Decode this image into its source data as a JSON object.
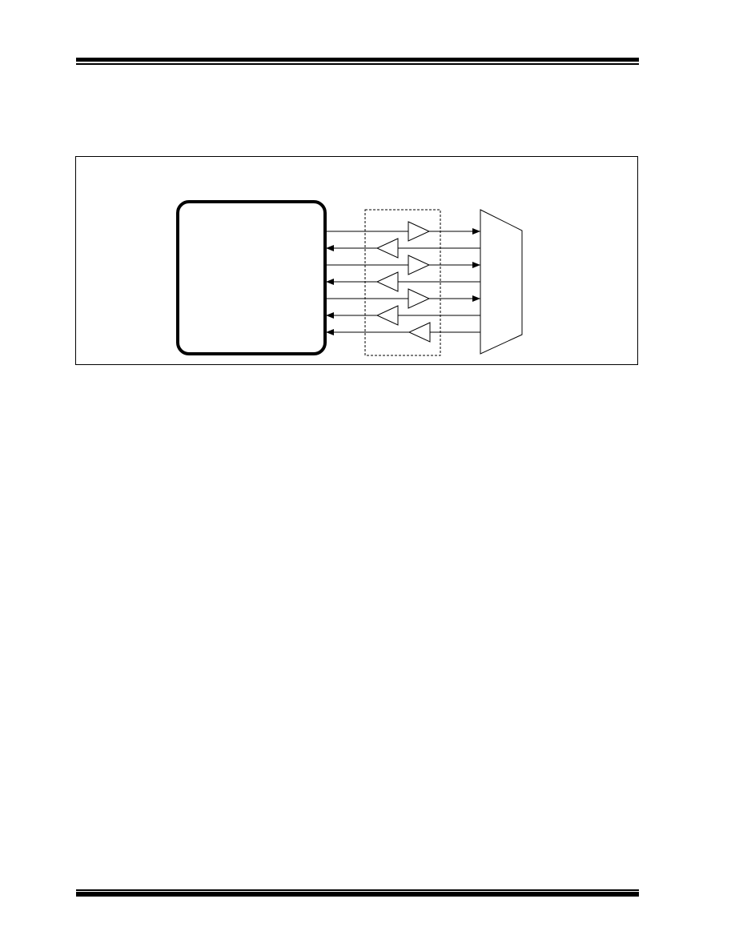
{
  "header": {},
  "figure": {
    "signal_lines": [
      {
        "direction": "out",
        "buffered": true
      },
      {
        "direction": "in",
        "buffered": true
      },
      {
        "direction": "out",
        "buffered": true
      },
      {
        "direction": "in",
        "buffered": true
      },
      {
        "direction": "out",
        "buffered": true
      },
      {
        "direction": "in",
        "buffered": true
      },
      {
        "direction": "in",
        "buffered": true
      }
    ]
  },
  "footer": {}
}
